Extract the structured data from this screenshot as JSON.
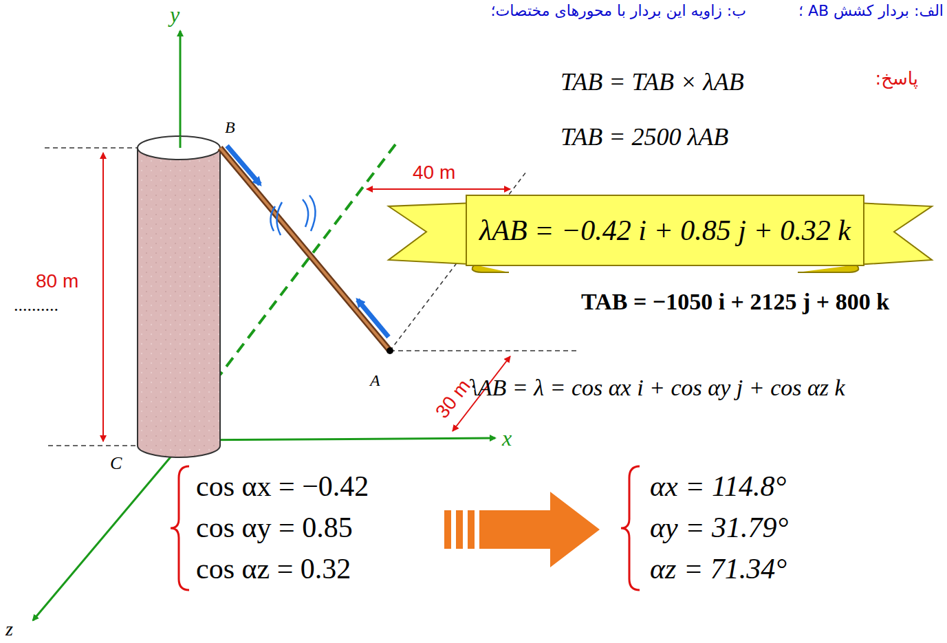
{
  "diagram": {
    "nodes": [
      {
        "text": [
          "λAB = −0.42 i + 0.85 j + 0.32 k"
        ]
      }
    ],
    "edges": [],
    "labels": [
      "الف: بردار کشش AB ؛",
      "ب: زاویه این بردار با محورهای مختصات؛",
      "پاسخ:",
      "TAB = TAB × λAB",
      "TAB = 2500 λAB",
      "TAB = −1050 i + 2125 j + 800 k",
      "λAB = λ = cos αx i + cos αy j + cos αz k",
      "cos αx = −0.42",
      "cos αy = 0.85",
      "cos αz = 0.32",
      "αx = 114.8°",
      "αy = 31.79°",
      "αz = 71.34°",
      "y",
      "x",
      "z",
      "B",
      "A",
      "C",
      "80 m",
      "40 m",
      "30 m",
      ".........."
    ]
  }
}
